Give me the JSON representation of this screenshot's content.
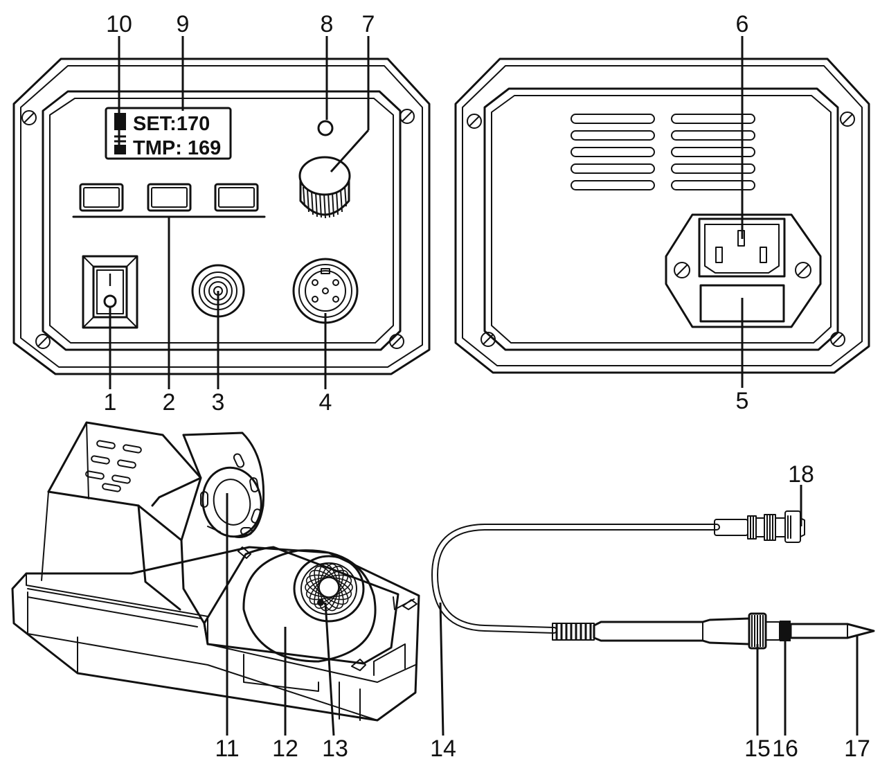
{
  "display": {
    "line1": "SET:170",
    "line2": "TMP: 169"
  },
  "power_switch": {
    "symbol": "I"
  },
  "callouts": {
    "c1": "1",
    "c2": "2",
    "c3": "3",
    "c4": "4",
    "c5": "5",
    "c6": "6",
    "c7": "7",
    "c8": "8",
    "c9": "9",
    "c10": "10",
    "c11": "11",
    "c12": "12",
    "c13": "13",
    "c14": "14",
    "c15": "15",
    "c16": "16",
    "c17": "17",
    "c18": "18"
  },
  "icons": [
    "screw-icon",
    "power-switch-icon",
    "knob-icon",
    "ac-socket-icon",
    "soldering-iron-icon",
    "stand-icon",
    "sponge-icon",
    "brass-wire-icon"
  ],
  "colors": {
    "line": "#111111",
    "background": "#ffffff"
  }
}
